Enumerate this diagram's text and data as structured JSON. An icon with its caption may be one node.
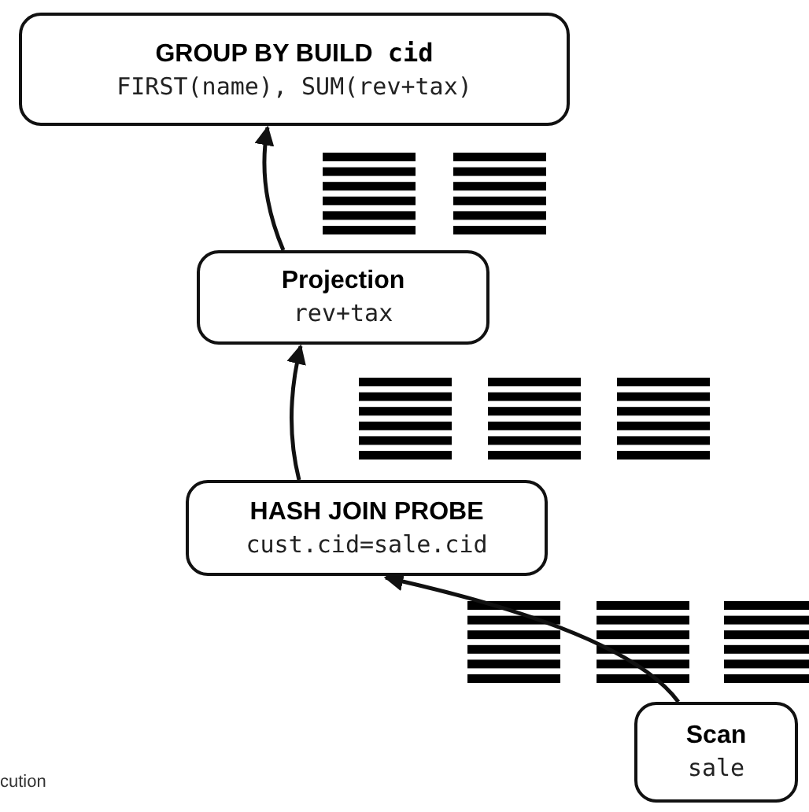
{
  "diagram": {
    "nodes": [
      {
        "text": [
          "**GROUP BY BUILD** cid",
          "FIRST(name), SUM(rev+tax)"
        ]
      },
      {
        "text": [
          "Projection",
          "rev+tax"
        ]
      },
      {
        "text": [
          "HASH JOIN PROBE",
          "cust.cid=sale.cid"
        ]
      },
      {
        "text": [
          "Scan",
          "sale"
        ]
      }
    ],
    "edges": [
      {
        "from": 1,
        "to": 0,
        "arrow": "to"
      },
      {
        "from": 2,
        "to": 1,
        "arrow": "to"
      },
      {
        "from": 3,
        "to": 2,
        "arrow": "to"
      }
    ],
    "labels": [
      "cution"
    ]
  }
}
